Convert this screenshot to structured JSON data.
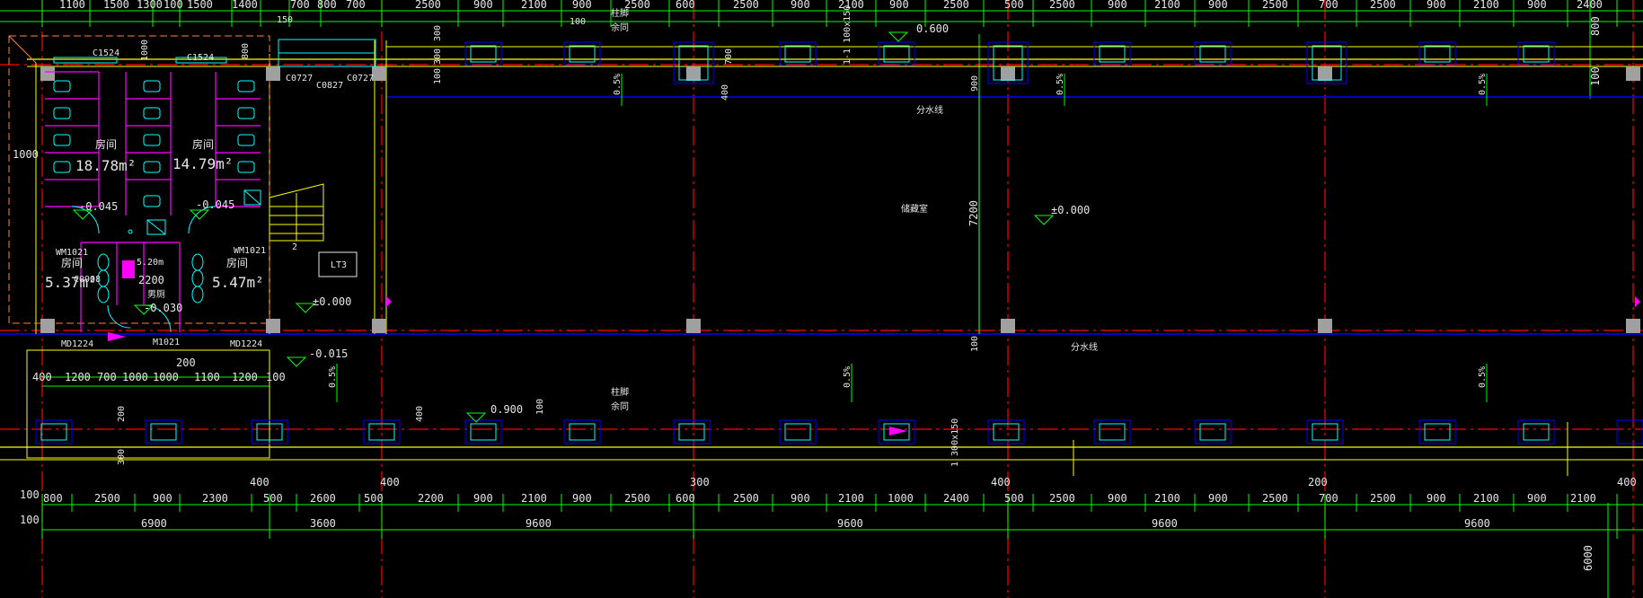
{
  "colors": {
    "background": "#000000",
    "dim_green": "#00ff00",
    "axis_red": "#ff0000",
    "wall_yellow": "#ffff00",
    "beam_blue": "#0000ff",
    "partition_magenta": "#ff00ff",
    "fixture_cyan": "#00ffff",
    "column_gray": "#a0a0a0",
    "text_white": "#e6e6e6",
    "boundary_orange": "#ff8040"
  },
  "top_dims": [
    "1100",
    "1500",
    "1300",
    "100",
    "1500",
    "1400",
    "700",
    "800",
    "700",
    "2500",
    "900",
    "2100",
    "900",
    "2500",
    "600",
    "2500",
    "900",
    "2100",
    "900",
    "2500",
    "500",
    "2500",
    "900",
    "2100",
    "900",
    "2500",
    "700",
    "2500",
    "900",
    "2100",
    "900",
    "2400"
  ],
  "bottom_dims_row1": [
    "800",
    "2500",
    "900",
    "2300",
    "500",
    "2600",
    "500",
    "2200",
    "900",
    "2100",
    "900",
    "2500",
    "600",
    "2500",
    "900",
    "2100",
    "1000",
    "2400",
    "500",
    "2500",
    "900",
    "2100",
    "900",
    "2500",
    "700",
    "2500",
    "900",
    "2100",
    "900",
    "2100"
  ],
  "bottom_dims_row2": [
    "6900",
    "3600",
    "9600",
    "9600",
    "9600",
    "9600"
  ],
  "bottom_axis_offsets": [
    "400",
    "400",
    "300",
    "400",
    "200",
    "400"
  ],
  "restroom_dims": [
    "400",
    "1200",
    "700",
    "1000",
    "1000",
    "1100",
    "1200",
    "100"
  ],
  "left_dims": [
    "1000",
    "100",
    "100"
  ],
  "right_dims": [
    "800",
    "100",
    "6000"
  ],
  "room_labels": {
    "room1": "房间",
    "room1_area": "18.78m²",
    "room2": "房间",
    "room2_area": "14.79m²",
    "room3": "房间",
    "room3_area": "5.37m²",
    "room4": "房间",
    "room4_area": "5.47m²",
    "toilet_small_area": "5.20m",
    "pipe_width": "2200",
    "level_note": "男厕"
  },
  "elevations": {
    "room_left": "-0.045",
    "room_right": "-0.045",
    "restroom": "-0.030",
    "corridor": "±0.000",
    "hall": "±0.000",
    "exterior": "-0.015",
    "top_platform": "0.600",
    "bottom_platform": "0.900"
  },
  "door_window_tags": {
    "c1524_a": "C1524",
    "c1524_b": "C1524",
    "c0727_a": "C0727",
    "c0827": "C0827",
    "c0727_b": "C0727",
    "wm1021_a": "WM1021",
    "wm1021_b": "WM1021",
    "md1224_a": "MD1224",
    "md1224_b": "MD1224",
    "m1021": "M1021",
    "c0908": "C0908"
  },
  "annotations": {
    "column_note_top_1": "柱脚",
    "column_note_top_2": "余同",
    "column_note_bottom_1": "柱脚",
    "column_note_bottom_2": "余同",
    "drain_top": "分水线",
    "drain_bottom": "分水线",
    "slope_1": "0.5%",
    "slope_2": "0.5%",
    "slope_3": "0.5%",
    "slope_4": "0.5%",
    "slope_5": "0.5%",
    "slope_6": "0.5%",
    "hall_label": "储藏室",
    "stair_tag": "LT3",
    "dim_150": "150",
    "dim_100_top": "100",
    "dim_200": "200",
    "dim_700_v": "700",
    "dim_400_v": "400",
    "dim_900_v": "900",
    "dim_7200": "7200",
    "dim_100_mid": "100",
    "dim_300_a": "300",
    "dim_300_b": "300",
    "dim_100_b": "100",
    "dim_400_b": "400",
    "dim_200_b": "200",
    "dim_300_c": "300",
    "dim_100_c": "100",
    "dim_1000_v": "1000",
    "dim_800_v": "800",
    "gap_top": "1-1 100x150",
    "gap_bottom": "1 300x150",
    "stair_num": "2"
  }
}
